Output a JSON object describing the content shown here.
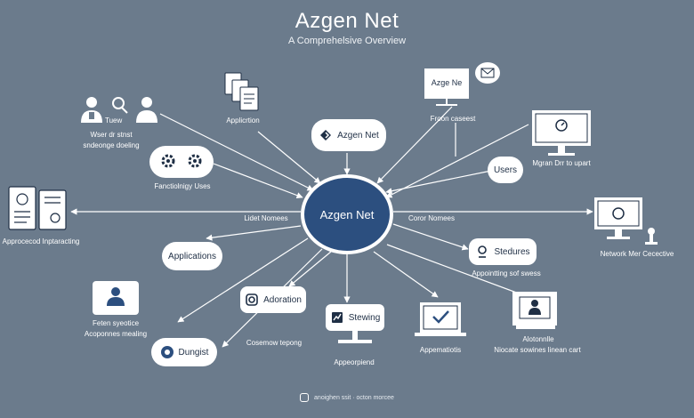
{
  "header": {
    "title": "Azgen Net",
    "subtitle": "A Comprehelsive Overview"
  },
  "hub": {
    "label": "Azgen Net"
  },
  "nodes": {
    "top_pill": "Azgen Net",
    "users_pill": "Users",
    "applications_pill": "Applications",
    "stedures_pill": "Stedures",
    "adoration_pill": "Adoration",
    "stewing_pill": "Stewing",
    "dungist_pill": "Dungist",
    "monitor_screen": "Azge Ne"
  },
  "labels": {
    "tuew": "Tuew",
    "wser_line1": "Wser dr stnst",
    "wser_line2": "sndeonge doeling",
    "applicrtion": "Applicrtion",
    "fanctiolity": "Fanctiolnigy Uses",
    "approcecd": "Approcecod Inptaracting",
    "lidet_nomees": "Lidet Nomees",
    "feten_line1": "Feten syeotice",
    "feten_line2": "Acoponnes mealing",
    "cosemow": "Cosemow tepong",
    "appoonplend": "Appeorpiend",
    "appemations": "Appematiotis",
    "alotonnlle": "Alotonnlle",
    "niocate": "Niocate sowines linean cart",
    "network_cective": "Network Mer Cecective",
    "appointing": "Appointting sof swess",
    "coror_nomees": "Coror Nomees",
    "mgran_upart": "Mgran Drr to upart",
    "froon_caseest": "Froon caseest"
  },
  "footer": {
    "text": "anoighen ssit  ·  octon morcee"
  },
  "colors": {
    "background": "#6b7b8c",
    "hub_fill": "#2c4f7f",
    "node_fill": "#ffffff",
    "icon_dark": "#1f2f45"
  }
}
